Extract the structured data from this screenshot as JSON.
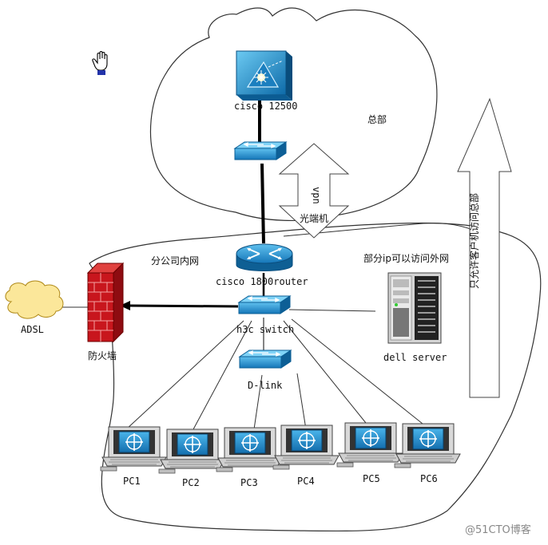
{
  "labels": {
    "hq_core": "cisco 12500",
    "hq": "总部",
    "vpn": "vpn",
    "fiber": "光端机",
    "branch_lan": "分公司内网",
    "partial_ip": "部分ip可以访问外网",
    "router": "cisco 1800router",
    "h3c": "h3c switch",
    "dlink": "D-link",
    "server": "dell server",
    "firewall": "防火墙",
    "adsl": "ADSL",
    "only_allow": "只允许客户机访问总部",
    "watermark": "@51CTO博客"
  },
  "pcs": [
    "PC1",
    "PC2",
    "PC3",
    "PC4",
    "PC5",
    "PC6"
  ],
  "colors": {
    "device_blue": "#1f8fd0",
    "device_dark": "#0e5f94",
    "firewall_red": "#c8161d",
    "cloud_yellow": "#fbe79a",
    "line": "#333333"
  },
  "icons": {
    "cursor": "hand-cursor-icon",
    "core": "core-switch-icon",
    "switch": "switch-icon",
    "router": "router-icon",
    "server": "server-icon",
    "firewall": "firewall-icon",
    "cloud": "cloud-icon",
    "pc": "pc-icon"
  }
}
